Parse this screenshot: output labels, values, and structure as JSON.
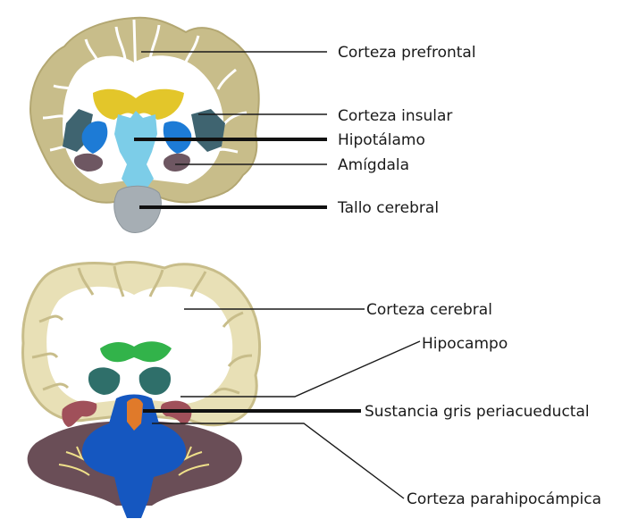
{
  "panels": [
    {
      "labels": {
        "prefrontal": "Corteza prefrontal",
        "insular": "Corteza insular",
        "hipotalamo": "Hipotálamo",
        "amigdala": "Amígdala",
        "tallo": "Tallo cerebral"
      }
    },
    {
      "labels": {
        "cerebral": "Corteza cerebral",
        "hipocampo": "Hipocampo",
        "sustancia": "Sustancia gris periacueductal",
        "parahipocampica": "Corteza parahipocámpica"
      }
    }
  ],
  "colors": {
    "cortex_fill": "#c8bd8a",
    "cortex_outline": "#b3a772",
    "corpus_callosum_top": "#e3c62a",
    "ventricle_blue": "#1d7bd6",
    "insula_teal": "#3f6470",
    "amygdala_mauve": "#6e5762",
    "brainstem_light_blue": "#7ccde8",
    "brainstem_gray": "#a6aeb4",
    "callosum_green": "#32b34a",
    "bottom_cortex_fill": "#e8e0b6",
    "thalamus_teal": "#2f6f6a",
    "hippocampus_red": "#a0505a",
    "pag_orange": "#e07a2a",
    "brainstem_blue": "#1557c0",
    "cerebellum_mauve": "#6a4e57",
    "white_matter_yellow": "#efe08a"
  }
}
